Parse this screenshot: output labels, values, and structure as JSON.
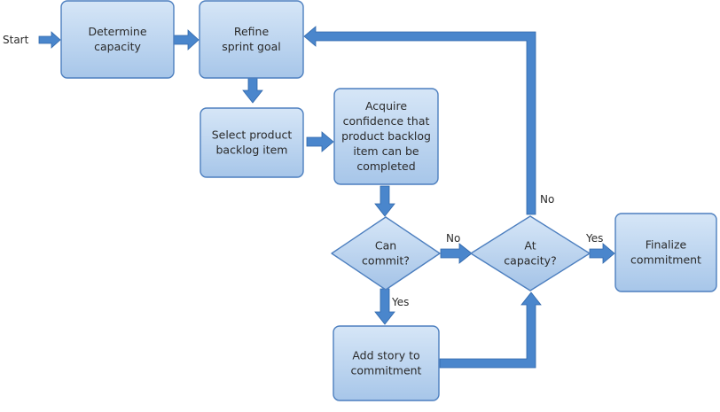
{
  "start_label": "Start",
  "nodes": {
    "determine_capacity": [
      "Determine",
      "capacity"
    ],
    "refine_sprint_goal": [
      "Refine",
      "sprint goal"
    ],
    "select_backlog_item": [
      "Select product",
      "backlog item"
    ],
    "acquire_confidence": [
      "Acquire",
      "confidence that",
      "product backlog",
      "item can be",
      "completed"
    ],
    "can_commit": [
      "Can",
      "commit?"
    ],
    "at_capacity": [
      "At",
      "capacity?"
    ],
    "finalize_commitment": [
      "Finalize",
      "commitment"
    ],
    "add_story": [
      "Add story to",
      "commitment"
    ]
  },
  "edge_labels": {
    "can_commit_no": "No",
    "can_commit_yes": "Yes",
    "at_capacity_no": "No",
    "at_capacity_yes": "Yes"
  },
  "colors": {
    "box_fill_top": "#d3e4f6",
    "box_fill_bottom": "#a9c8ea",
    "box_stroke": "#4d7fbf",
    "arrow": "#4a86cc",
    "arrow_edge": "#2f66aa"
  }
}
